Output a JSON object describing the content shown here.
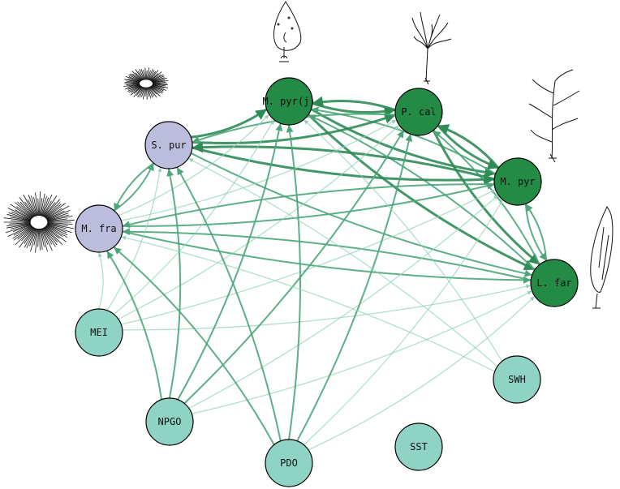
{
  "nodes": [
    {
      "id": "mpyrj",
      "label": "M. pyr(j)",
      "group": "kelp"
    },
    {
      "id": "pcal",
      "label": "P. cal",
      "group": "kelp"
    },
    {
      "id": "mpyr",
      "label": "M. pyr",
      "group": "kelp"
    },
    {
      "id": "lfar",
      "label": "L. far",
      "group": "kelp"
    },
    {
      "id": "spur",
      "label": "S. pur",
      "group": "urchin"
    },
    {
      "id": "mfra",
      "label": "M. fra",
      "group": "urchin"
    },
    {
      "id": "mei",
      "label": "MEI",
      "group": "climate"
    },
    {
      "id": "npgo",
      "label": "NPGO",
      "group": "climate"
    },
    {
      "id": "pdo",
      "label": "PDO",
      "group": "climate"
    },
    {
      "id": "sst",
      "label": "SST",
      "group": "climate"
    },
    {
      "id": "swh",
      "label": "SWH",
      "group": "climate"
    }
  ],
  "colors": {
    "kelp": "#238b45",
    "urchin": "#bcbddc",
    "climate": "#8fd3c5",
    "edge_strong": "#2e8b57",
    "edge_medium": "#4aa679",
    "edge_light": "#8fd3b6"
  },
  "edges": [
    {
      "from": "mpyrj",
      "to": "pcal",
      "weight": 3
    },
    {
      "from": "pcal",
      "to": "mpyrj",
      "weight": 3
    },
    {
      "from": "pcal",
      "to": "mpyr",
      "weight": 3
    },
    {
      "from": "mpyr",
      "to": "pcal",
      "weight": 3
    },
    {
      "from": "mpyr",
      "to": "lfar",
      "weight": 2
    },
    {
      "from": "lfar",
      "to": "mpyr",
      "weight": 2
    },
    {
      "from": "mpyrj",
      "to": "mpyr",
      "weight": 3
    },
    {
      "from": "mpyr",
      "to": "mpyrj",
      "weight": 2
    },
    {
      "from": "mpyrj",
      "to": "lfar",
      "weight": 3
    },
    {
      "from": "lfar",
      "to": "mpyrj",
      "weight": 2
    },
    {
      "from": "pcal",
      "to": "lfar",
      "weight": 3
    },
    {
      "from": "lfar",
      "to": "pcal",
      "weight": 2
    },
    {
      "from": "spur",
      "to": "mpyrj",
      "weight": 3
    },
    {
      "from": "spur",
      "to": "pcal",
      "weight": 3
    },
    {
      "from": "spur",
      "to": "mpyr",
      "weight": 3
    },
    {
      "from": "mpyr",
      "to": "spur",
      "weight": 3
    },
    {
      "from": "spur",
      "to": "lfar",
      "weight": 2
    },
    {
      "from": "pcal",
      "to": "spur",
      "weight": 2
    },
    {
      "from": "mfra",
      "to": "spur",
      "weight": 2
    },
    {
      "from": "spur",
      "to": "mfra",
      "weight": 2
    },
    {
      "from": "mfra",
      "to": "mpyrj",
      "weight": 1
    },
    {
      "from": "mfra",
      "to": "pcal",
      "weight": 1
    },
    {
      "from": "mfra",
      "to": "mpyr",
      "weight": 2
    },
    {
      "from": "mpyr",
      "to": "mfra",
      "weight": 2
    },
    {
      "from": "mfra",
      "to": "lfar",
      "weight": 2
    },
    {
      "from": "lfar",
      "to": "mfra",
      "weight": 2
    },
    {
      "from": "mei",
      "to": "mfra",
      "weight": 1
    },
    {
      "from": "mei",
      "to": "spur",
      "weight": 1
    },
    {
      "from": "mei",
      "to": "mpyrj",
      "weight": 1
    },
    {
      "from": "mei",
      "to": "pcal",
      "weight": 1
    },
    {
      "from": "mei",
      "to": "mpyr",
      "weight": 1
    },
    {
      "from": "mei",
      "to": "lfar",
      "weight": 1
    },
    {
      "from": "npgo",
      "to": "mfra",
      "weight": 2
    },
    {
      "from": "npgo",
      "to": "spur",
      "weight": 2
    },
    {
      "from": "npgo",
      "to": "mpyrj",
      "weight": 2
    },
    {
      "from": "npgo",
      "to": "pcal",
      "weight": 2
    },
    {
      "from": "npgo",
      "to": "mpyr",
      "weight": 1
    },
    {
      "from": "npgo",
      "to": "lfar",
      "weight": 1
    },
    {
      "from": "pdo",
      "to": "mfra",
      "weight": 2
    },
    {
      "from": "pdo",
      "to": "spur",
      "weight": 2
    },
    {
      "from": "pdo",
      "to": "mpyrj",
      "weight": 2
    },
    {
      "from": "pdo",
      "to": "pcal",
      "weight": 2
    },
    {
      "from": "pdo",
      "to": "mpyr",
      "weight": 1
    },
    {
      "from": "pdo",
      "to": "lfar",
      "weight": 1
    },
    {
      "from": "swh",
      "to": "spur",
      "weight": 1
    },
    {
      "from": "swh",
      "to": "mpyrj",
      "weight": 1
    },
    {
      "from": "swh",
      "to": "mfra",
      "weight": 1
    }
  ],
  "illustrations": [
    {
      "name": "juvenile-kelp-illustration",
      "near": "mpyrj"
    },
    {
      "name": "pterygophora-illustration",
      "near": "pcal"
    },
    {
      "name": "giant-kelp-illustration",
      "near": "mpyr"
    },
    {
      "name": "laminaria-illustration",
      "near": "lfar"
    },
    {
      "name": "purple-urchin-illustration",
      "near": "spur"
    },
    {
      "name": "red-urchin-illustration",
      "near": "mfra"
    }
  ]
}
